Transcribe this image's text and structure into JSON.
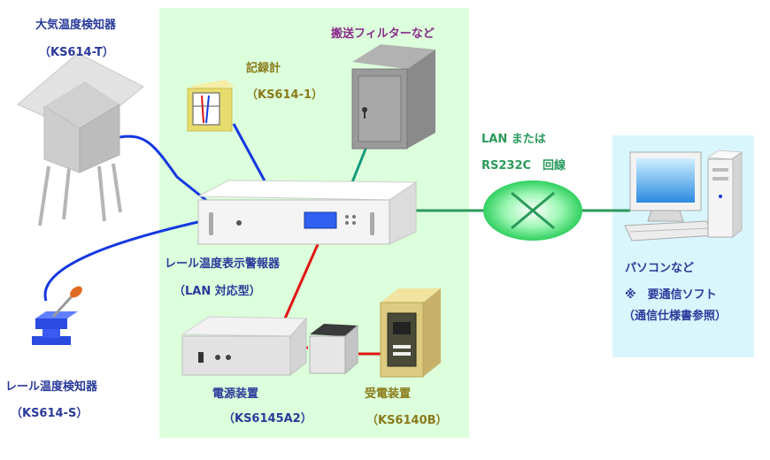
{
  "labels": {
    "atmos_sensor_name": "大気温度検知器",
    "atmos_sensor_model": "（KS614-T）",
    "recorder_name": "記録計",
    "recorder_model": "（KS614-1）",
    "cabinet_name": "搬送フィルターなど",
    "network_line1": "LAN または",
    "network_line2": "RS232C　回線",
    "display_name": "レール温度表示警報器",
    "display_model": "（LAN 対応型）",
    "pc_name": "パソコンなど",
    "pc_note1": "※　要通信ソフト",
    "pc_note2": "（通信仕様書参照）",
    "rail_sensor_name": "レール温度検知器",
    "rail_sensor_model": "（KS614-S）",
    "power_name": "電源装置",
    "power_model": "（KS6145A2）",
    "receiver_name": "受電装置",
    "receiver_model": "（KS6140B）"
  },
  "colors": {
    "green_panel": "#dcffdc",
    "blue_panel": "#d9f6fd",
    "blue_line": "#1438e0",
    "red_line": "#e01414",
    "teal_line": "#129a7c",
    "green_line": "#2a9a5a",
    "label_blue": "#2a3a9a",
    "label_purple": "#8a2a8a",
    "label_olive": "#8a7a1a"
  }
}
